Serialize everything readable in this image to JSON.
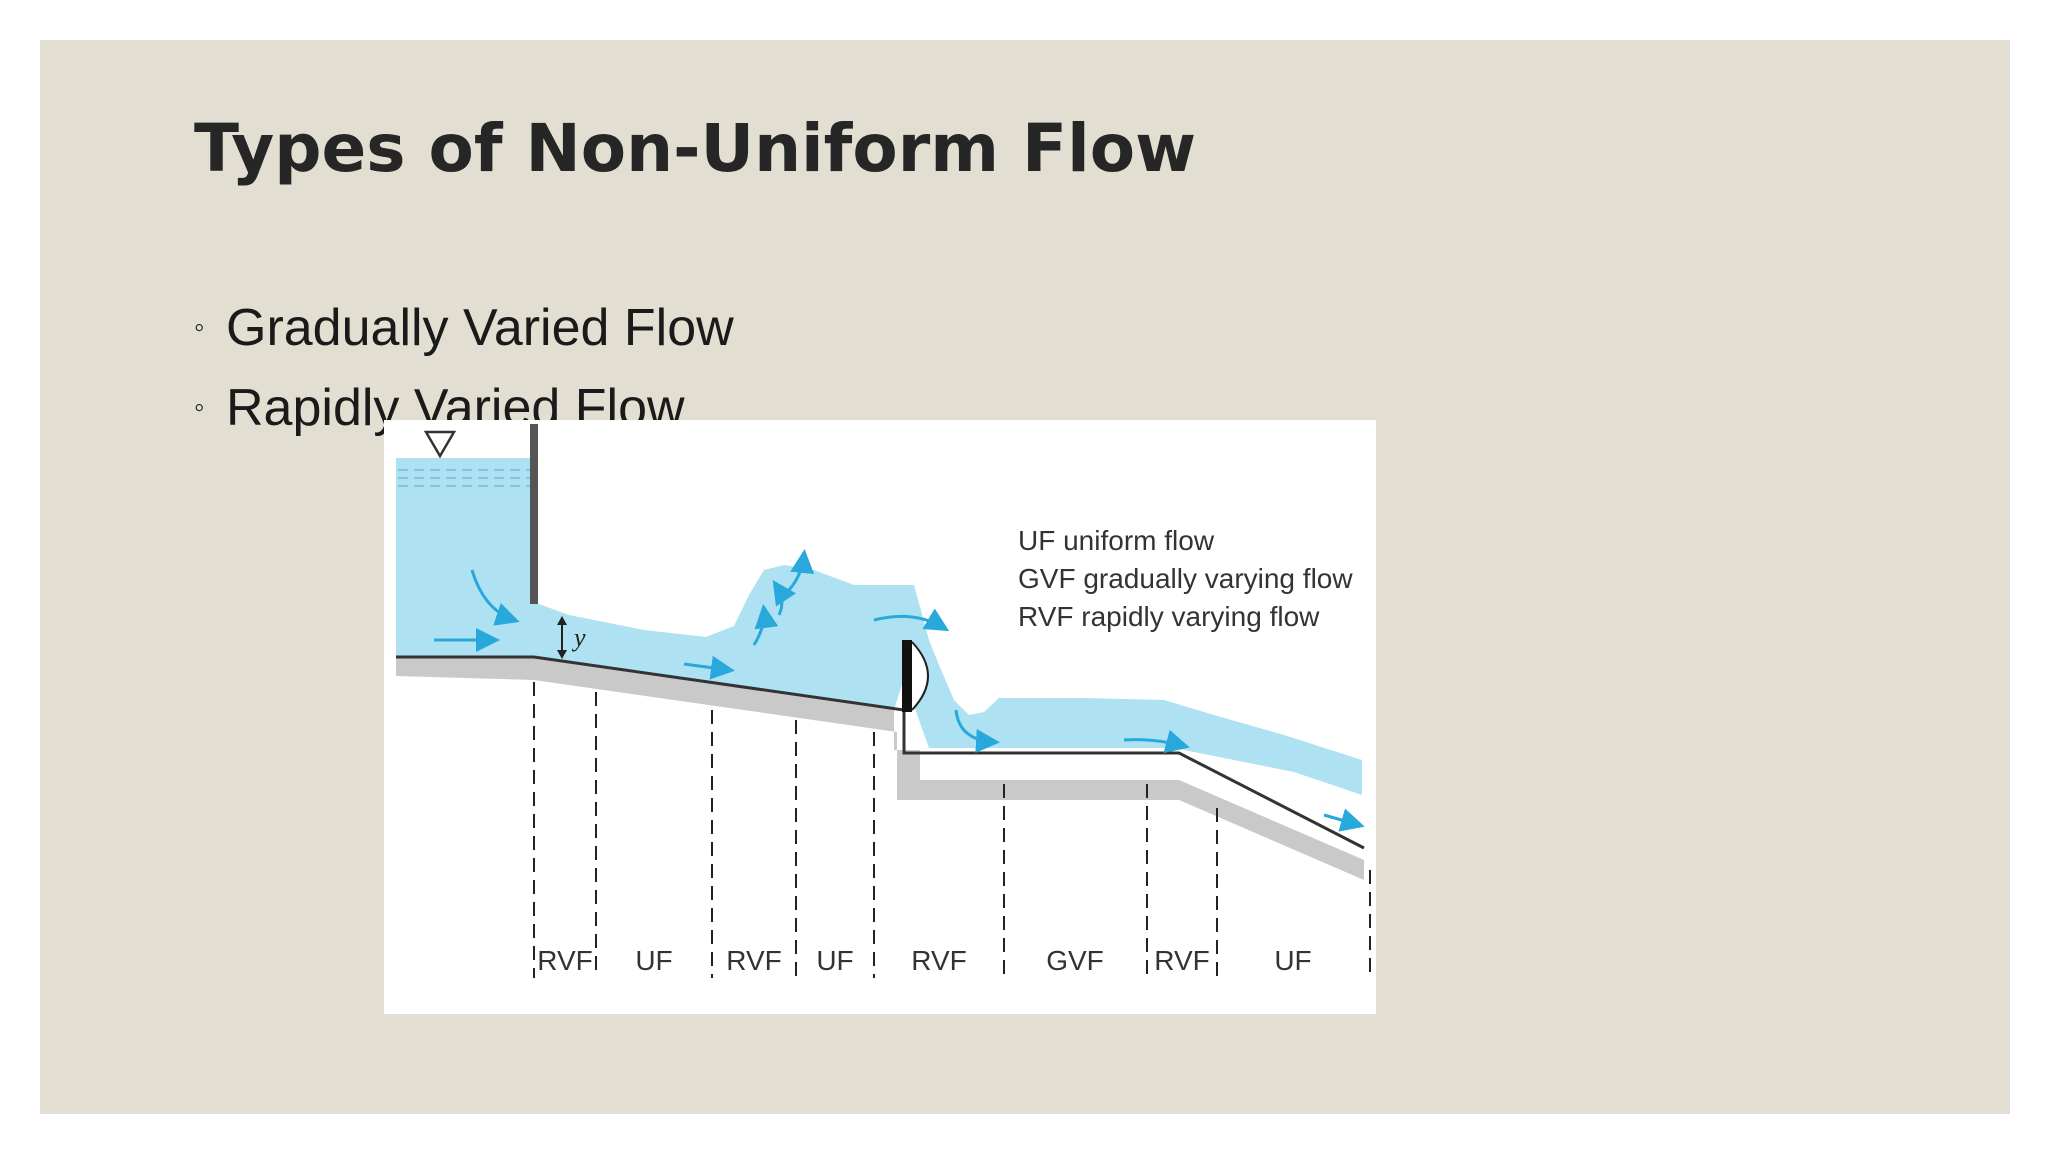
{
  "slide": {
    "title": "Types of Non-Uniform Flow",
    "bullets": [
      {
        "marker": "◦",
        "text": "Gradually Varied Flow"
      },
      {
        "marker": "◦",
        "text": "Rapidly Varied Flow"
      }
    ]
  },
  "diagram": {
    "depth_symbol": "y",
    "legend": [
      "UF uniform flow",
      "GVF gradually varying flow",
      "RVF rapidly varying flow"
    ],
    "zones": [
      "RVF",
      "UF",
      "RVF",
      "UF",
      "RVF",
      "GVF",
      "RVF",
      "UF"
    ],
    "colors": {
      "water": "#aee1f2",
      "arrow": "#29a8dc",
      "bed_line": "#333333",
      "bed_shadow": "#c9c9c9",
      "background": "#e2dfd2"
    }
  }
}
